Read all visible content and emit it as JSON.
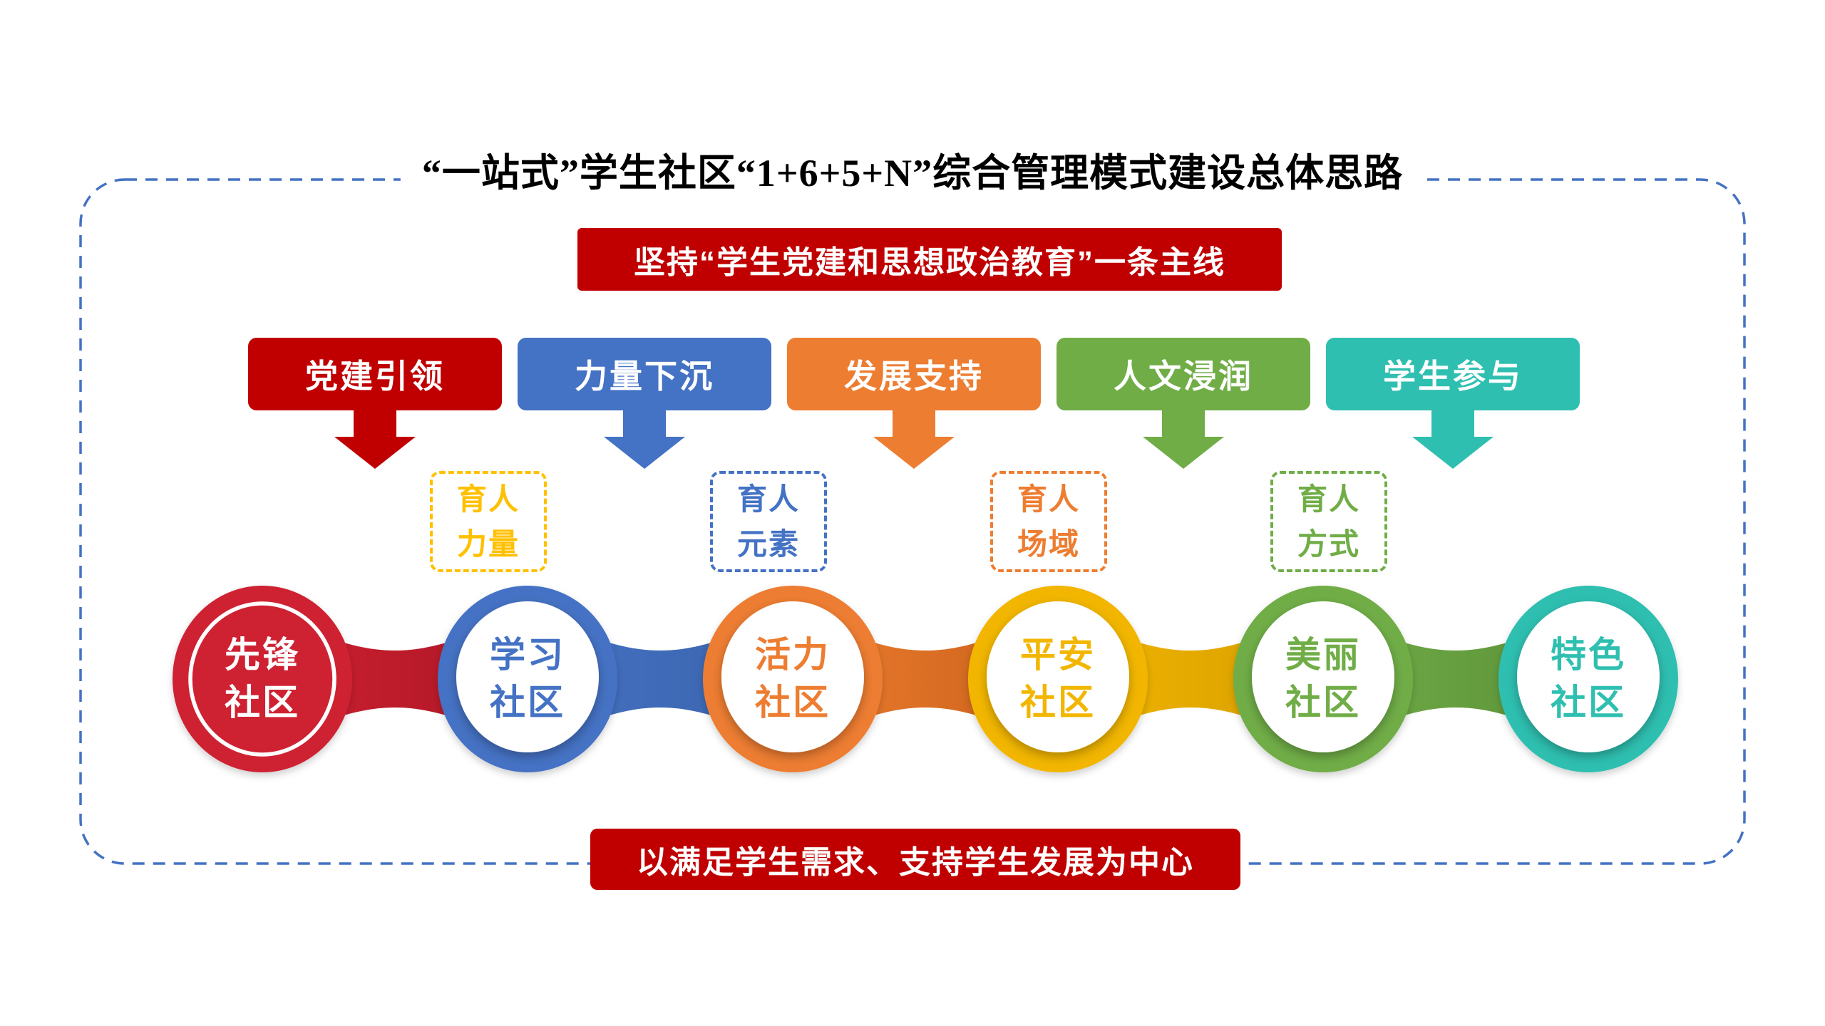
{
  "title": "“一站式”学生社区“1+6+5+N”综合管理模式建设总体思路",
  "banners": {
    "top": "坚持“学生党建和思想政治教育”一条主线",
    "bottom": "以满足学生需求、支持学生发展为中心"
  },
  "pillars": [
    {
      "label": "党建引领",
      "color": "#C00000"
    },
    {
      "label": "力量下沉",
      "color": "#4472C4"
    },
    {
      "label": "发展支持",
      "color": "#ED7D31"
    },
    {
      "label": "人文浸润",
      "color": "#70AD47"
    },
    {
      "label": "学生参与",
      "color": "#2FBFB0"
    }
  ],
  "factors": [
    {
      "line1": "育人",
      "line2": "力量",
      "color": "#FFC000"
    },
    {
      "line1": "育人",
      "line2": "元素",
      "color": "#4472C4"
    },
    {
      "line1": "育人",
      "line2": "场域",
      "color": "#ED7D31"
    },
    {
      "line1": "育人",
      "line2": "方式",
      "color": "#70AD47"
    }
  ],
  "communities": [
    {
      "line1": "先锋",
      "line2": "社区",
      "color": "#CE2132",
      "text_color": "#FFFFFF"
    },
    {
      "line1": "学习",
      "line2": "社区",
      "color": "#4472C4",
      "text_color": "#4472C4"
    },
    {
      "line1": "活力",
      "line2": "社区",
      "color": "#ED7D31",
      "text_color": "#ED7D31"
    },
    {
      "line1": "平安",
      "line2": "社区",
      "color": "#F2B600",
      "text_color": "#F2B600"
    },
    {
      "line1": "美丽",
      "line2": "社区",
      "color": "#70AD47",
      "text_color": "#70AD47"
    },
    {
      "line1": "特色",
      "line2": "社区",
      "color": "#2FBFB0",
      "text_color": "#2FBFB0"
    }
  ],
  "frame_color": "#4472C4",
  "banner_color": "#C00000"
}
